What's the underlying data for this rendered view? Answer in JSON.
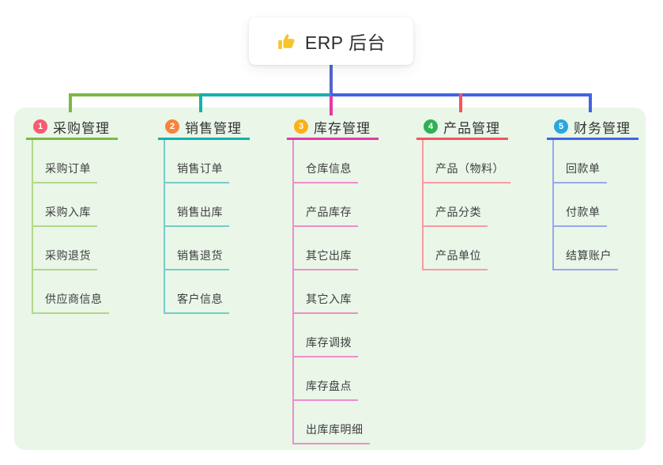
{
  "root": {
    "label": "ERP 后台",
    "icon": "thumbs-up-icon",
    "icon_color": "#f6c42d",
    "line_color": "#5265cd"
  },
  "panel": {
    "bg": "#e9f6e8"
  },
  "branches": [
    {
      "num": "1",
      "label": "采购管理",
      "badge_color": "#f85a70",
      "line_color": "#7cb942",
      "line_soft": "#b3d78a",
      "children": [
        {
          "label": "采购订单"
        },
        {
          "label": "采购入库"
        },
        {
          "label": "采购退货"
        },
        {
          "label": "供应商信息"
        }
      ]
    },
    {
      "num": "2",
      "label": "销售管理",
      "badge_color": "#f8833d",
      "line_color": "#13b2ab",
      "line_soft": "#76cdc6",
      "children": [
        {
          "label": "销售订单"
        },
        {
          "label": "销售出库"
        },
        {
          "label": "销售退货"
        },
        {
          "label": "客户信息"
        }
      ]
    },
    {
      "num": "3",
      "label": "库存管理",
      "badge_color": "#fbb017",
      "line_color": "#e23aa5",
      "line_soft": "#ee8fca",
      "children": [
        {
          "label": "仓库信息"
        },
        {
          "label": "产品库存"
        },
        {
          "label": "其它出库"
        },
        {
          "label": "其它入库"
        },
        {
          "label": "库存调拨"
        },
        {
          "label": "库存盘点"
        },
        {
          "label": "出库库明细"
        }
      ]
    },
    {
      "num": "4",
      "label": "产品管理",
      "badge_color": "#2fb156",
      "line_color": "#f7535f",
      "line_soft": "#f99ba3",
      "children": [
        {
          "label": "产品（物料）"
        },
        {
          "label": "产品分类"
        },
        {
          "label": "产品单位"
        }
      ]
    },
    {
      "num": "5",
      "label": "财务管理",
      "badge_color": "#2aa6df",
      "line_color": "#4264e2",
      "line_soft": "#98a9ec",
      "children": [
        {
          "label": "回款单"
        },
        {
          "label": "付款单"
        },
        {
          "label": "结算账户"
        }
      ]
    }
  ]
}
